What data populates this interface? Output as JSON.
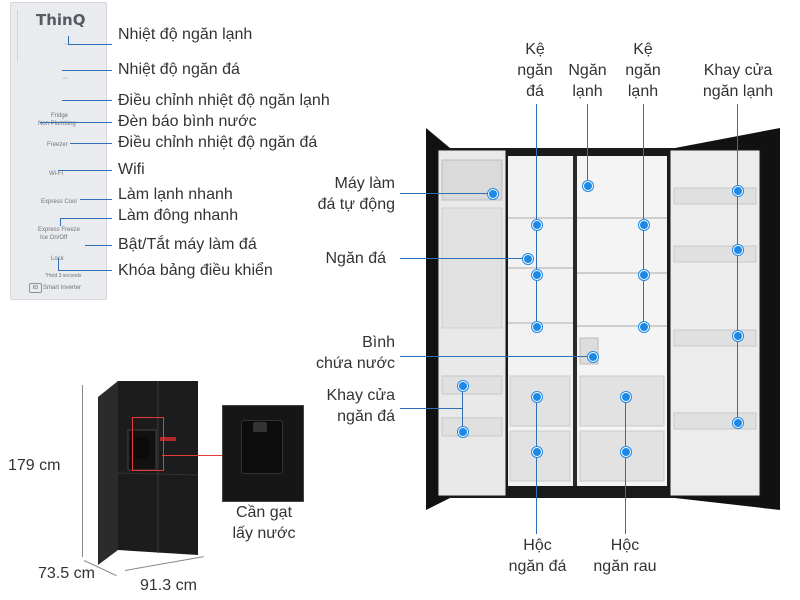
{
  "control_panel": {
    "brand": "ThinQ",
    "buttons": [
      "Fridge",
      "Non Plumbing",
      "Freezer",
      "Wi-Fi",
      "Express Cool",
      "Express Freeze",
      "Ice On/Off",
      "Lock"
    ],
    "hold_note": "*Hold 3 seconds",
    "inverter": "Smart Inverter",
    "inverter_badge": "ID"
  },
  "panel_labels": [
    "Nhiệt độ ngăn lạnh",
    "Nhiệt độ ngăn đá",
    "Điều chỉnh nhiệt độ ngăn lạnh",
    "Đèn báo bình nước",
    "Điều chỉnh nhiệt độ ngăn đá",
    "Wifi",
    "Làm lạnh nhanh",
    "Làm đông nhanh",
    "Bật/Tắt máy làm đá",
    "Khóa bảng điều khiển"
  ],
  "dimensions": {
    "height": "179 cm",
    "depth": "73.5 cm",
    "width": "91.3 cm"
  },
  "dispenser": {
    "lever_label": [
      "Cần gạt",
      "lấy nước"
    ]
  },
  "fridge_labels": {
    "ke_ngan_da": [
      "Kệ",
      "ngăn",
      "đá"
    ],
    "ngan_lanh": [
      "Ngăn",
      "lạnh"
    ],
    "ke_ngan_lanh": [
      "Kệ",
      "ngăn",
      "lạnh"
    ],
    "khay_cua_ngan_lanh": [
      "Khay cửa",
      "ngăn lạnh"
    ],
    "may_lam_da": [
      "Máy làm",
      "đá tự động"
    ],
    "ngan_da": "Ngăn đá",
    "binh_chua_nuoc": [
      "Bình",
      "chứa nước"
    ],
    "khay_cua_ngan_da": [
      "Khay cửa",
      "ngăn đá"
    ],
    "hoc_ngan_da": [
      "Hộc",
      "ngăn đá"
    ],
    "hoc_ngan_rau": [
      "Hộc",
      "ngăn rau"
    ]
  },
  "colors": {
    "accent_line": "#2f6fb6",
    "dot": "#1e88e5",
    "fridge_body": "#1a1a1a",
    "interior": "#eeeeee"
  }
}
